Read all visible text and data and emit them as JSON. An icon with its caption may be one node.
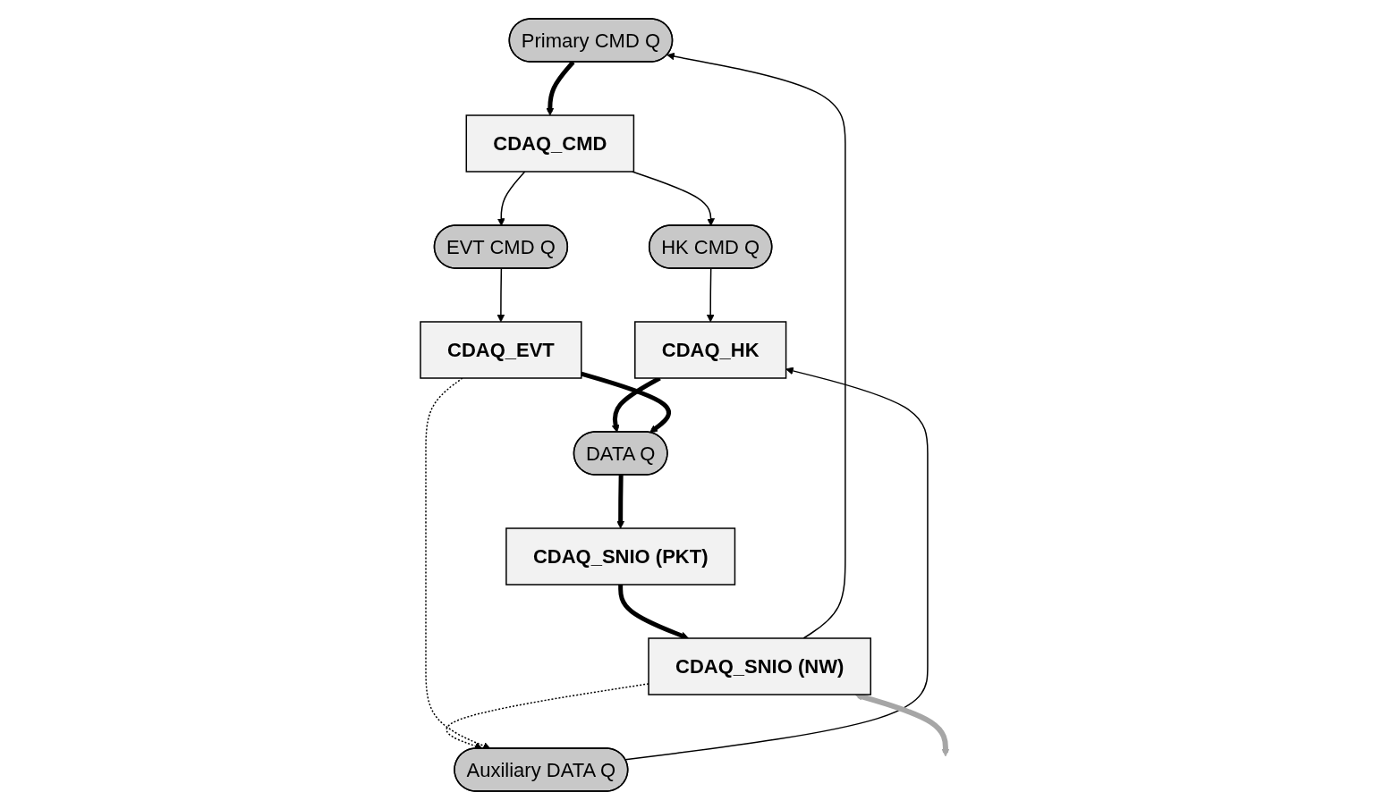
{
  "diagram": {
    "nodes": [
      {
        "text": [
          "Primary CMD Q"
        ]
      },
      {
        "text": [
          "CDAQ_SNIO (NW)"
        ]
      },
      {
        "text": [
          "CDAQ_CMD"
        ]
      },
      {
        "text": [
          "HK CMD Q"
        ]
      },
      {
        "text": [
          "Auxiliary DATA Q"
        ]
      },
      {
        "text": [
          "EVT CMD Q"
        ]
      },
      {
        "text": [
          "CDAQ_HK"
        ]
      },
      {
        "text": [
          "CDAQ_EVT"
        ]
      },
      {
        "text": [
          "CDAQ_SNIO (PKT)"
        ]
      },
      {
        "text": [
          "DATA Q"
        ]
      }
    ],
    "edges": [
      {
        "from": 1,
        "to": 0,
        "arrow": "to"
      },
      {
        "from": 1,
        "to": 4,
        "arrow": "to",
        "style": "dashed"
      },
      {
        "from": 0,
        "to": 2,
        "arrow": "to",
        "style": "thick"
      },
      {
        "from": 2,
        "to": 3,
        "arrow": "to"
      },
      {
        "from": 2,
        "to": 5,
        "arrow": "to"
      },
      {
        "from": 3,
        "to": 6,
        "arrow": "to"
      },
      {
        "from": 4,
        "to": 6,
        "arrow": "to"
      },
      {
        "from": 5,
        "to": 7,
        "arrow": "to"
      },
      {
        "from": 7,
        "to": 4,
        "arrow": "to",
        "style": "dashed"
      },
      {
        "from": 6,
        "to": 9,
        "arrow": "to",
        "style": "thick"
      },
      {
        "from": 7,
        "to": 9,
        "arrow": "to",
        "style": "thick"
      },
      {
        "from": 9,
        "to": 8,
        "arrow": "to",
        "style": "thick"
      },
      {
        "from": 8,
        "to": 1,
        "arrow": "to",
        "style": "thick"
      },
      {
        "from": 1,
        "to": null,
        "arrow": "both",
        "style": "thick",
        "color": "#a6a6a6"
      }
    ]
  }
}
